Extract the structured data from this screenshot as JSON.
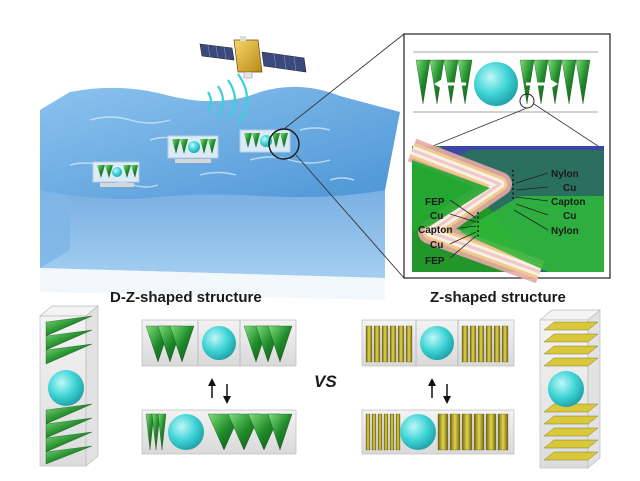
{
  "labels": {
    "dz_title": "D-Z-shaped structure",
    "z_title": "Z-shaped structure",
    "vs": "VS"
  },
  "layers": {
    "left": [
      "FEP",
      "Cu",
      "Capton",
      "Cu",
      "FEP"
    ],
    "right": [
      "Nylon",
      "Cu",
      "Capton",
      "Cu",
      "Nylon"
    ]
  },
  "colors": {
    "water": "#6aa9df",
    "green_fin": "#2f8f2a",
    "yellow_fin": "#b9ad2a",
    "sphere": "#39d4d6",
    "arrow": "#111111"
  }
}
